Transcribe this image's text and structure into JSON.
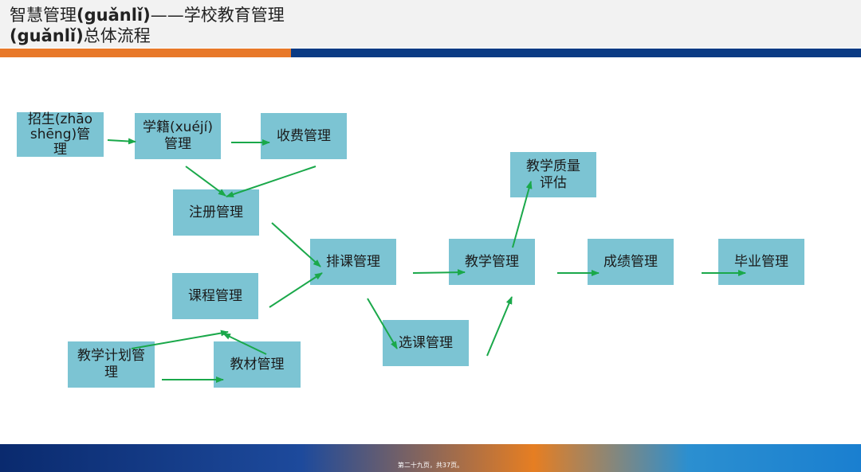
{
  "title": {
    "line1_prefix": "智慧管理",
    "line1_pinyin": "(guǎnlǐ)",
    "line1_suffix": "——学校教育管理",
    "line2_pinyin": "(guǎnlǐ)",
    "line2_suffix": "总体流程"
  },
  "nodes": {
    "zhaosheng": "招生(zhāo\nshēng)管\n理",
    "xueji": "学籍(xuéjí)\n管理",
    "shoufei": "收费管理",
    "zhuce": "注册管理",
    "kecheng": "课程管理",
    "jiaoxue_jihua": "教学计划管\n理",
    "jiaocai": "教材管理",
    "paike": "排课管理",
    "xuanke": "选课管理",
    "jiaoxue": "教学管理",
    "zhiliang": "教学质量\n评估",
    "chengji": "成绩管理",
    "biye": "毕业管理"
  },
  "colors": {
    "box_fill": "#7cc4d3",
    "arrow": "#1aa84a",
    "stripe_orange": "#e8792a",
    "stripe_blue": "#0b3b84"
  },
  "footer": {
    "page_label": "第二十九页，共37页。"
  }
}
